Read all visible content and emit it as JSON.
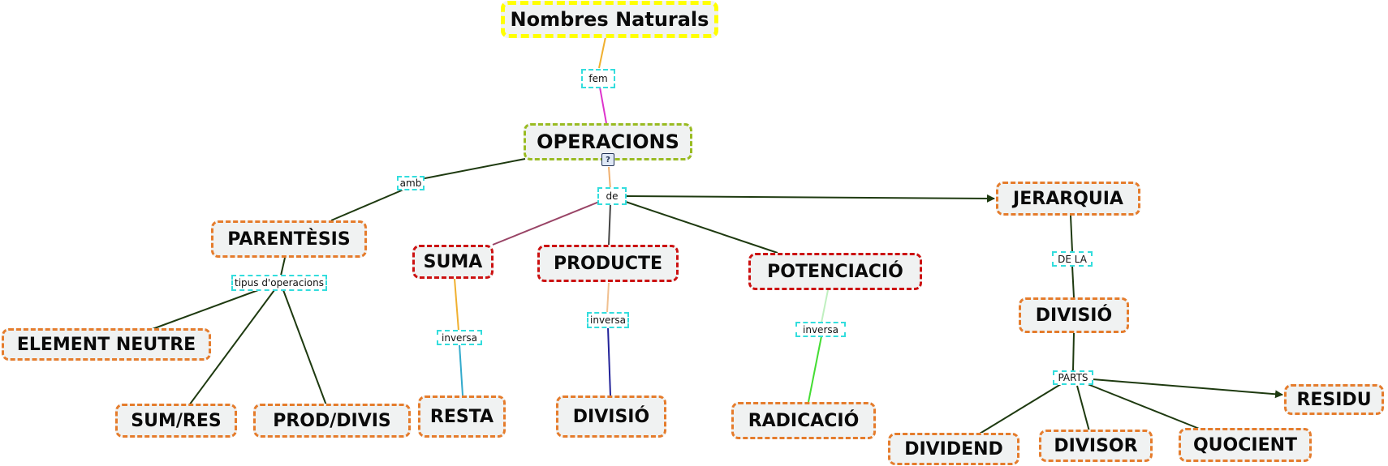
{
  "concepts": {
    "nombres": "Nombres Naturals",
    "operacions": "OPERACIONS",
    "parentesis": "PARENTÈSIS",
    "suma": "SUMA",
    "producte": "PRODUCTE",
    "potenciacio": "POTENCIACIÓ",
    "jerarquia": "JERARQUIA",
    "element_neutre": "ELEMENT NEUTRE",
    "sum_res": "SUM/RES",
    "prod_divis": "PROD/DIVIS",
    "resta": "RESTA",
    "divisio_1": "DIVISIÓ",
    "radicacio": "RADICACIÓ",
    "divisio_2": "DIVISIÓ",
    "residu": "RESIDU",
    "dividend": "DIVIDEND",
    "divisor": "DIVISOR",
    "quocient": "QUOCIENT"
  },
  "links": {
    "fem": "fem",
    "amb": "amb",
    "de": "de",
    "tipus": "tipus d'operacions",
    "inversa_suma": "inversa",
    "inversa_producte": "inversa",
    "inversa_potenciacio": "inversa",
    "de_la": "DE LA",
    "parts": "PARTS"
  },
  "icons": {
    "resource": "document-icon"
  },
  "colors": {
    "root_border": "#ffff00",
    "operacions_border": "#99bb22",
    "concept_border": "#e57c2c",
    "operation_border": "#cc1111",
    "link_border": "#33dddd",
    "edge_default": "#1e3a10"
  }
}
